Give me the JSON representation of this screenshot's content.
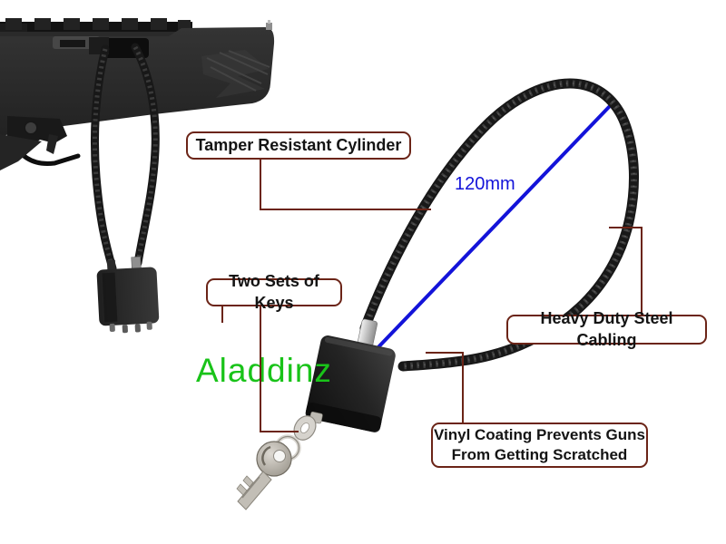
{
  "image": {
    "kind": "annotated product photo",
    "subject": "cable gun lock with keys shown installed on a rifle",
    "background_color": "#ffffff"
  },
  "labels": {
    "tamper": "Tamper Resistant Cylinder",
    "keys": "Two Sets of Keys",
    "cabling": "Heavy Duty Steel Cabling",
    "vinyl_line1": "Vinyl Coating Prevents Guns",
    "vinyl_line2": "From Getting Scratched"
  },
  "measurement": {
    "label": "120mm",
    "color": "#1313d9"
  },
  "watermark": {
    "text": "Aladdinz",
    "color": "#19c319"
  },
  "style": {
    "callout_border_color": "#6b2417",
    "callout_text_color": "#141414",
    "cable_color": "#181818",
    "key_metal_color": "#c2beb6"
  }
}
